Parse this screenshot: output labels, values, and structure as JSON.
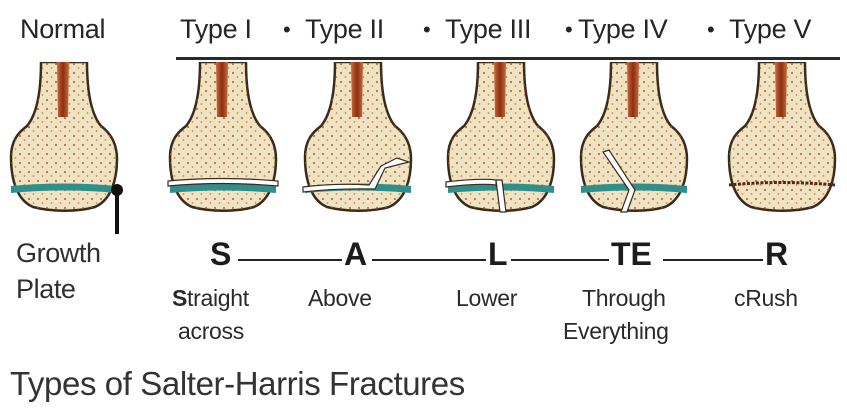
{
  "header": {
    "normal_label": "Normal",
    "types": [
      "Type I",
      "Type II",
      "Type III",
      "Type IV",
      "Type V"
    ],
    "separator": "•"
  },
  "growth_plate": {
    "line1": "Growth",
    "line2": "Plate"
  },
  "mnemonic": {
    "letters": [
      "S",
      "A",
      "L",
      "TE",
      "R"
    ],
    "descriptions": [
      {
        "key": "S",
        "rest": "traight",
        "line2": "across"
      },
      {
        "key": "",
        "rest": "Above",
        "line2": ""
      },
      {
        "key": "",
        "rest": "Lower",
        "line2": ""
      },
      {
        "key": "",
        "rest": "Through",
        "line2": "Everything"
      },
      {
        "key": "",
        "rest": "cRush",
        "line2": ""
      }
    ]
  },
  "title": "Types of Salter-Harris Fractures",
  "colors": {
    "bone_fill": "#efe3c2",
    "bone_outline": "#3a2a1a",
    "marrow": "#9a3a1c",
    "growth_plate": "#2f8f8c",
    "fracture": "#ffffff"
  }
}
